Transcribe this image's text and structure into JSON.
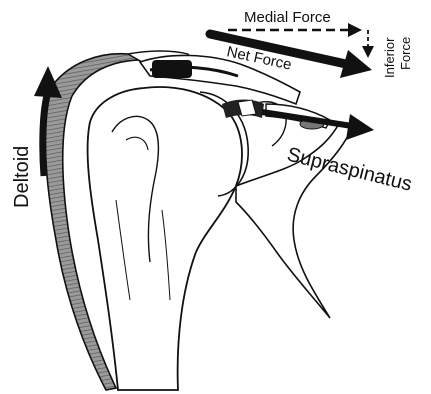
{
  "labels": {
    "medial_force": "Medial Force",
    "net_force": "Net Force",
    "inferior_force_line1": "Inferior",
    "inferior_force_line2": "Force",
    "supraspinatus": "Supraspinatus",
    "deltoid": "Deltoid"
  },
  "colors": {
    "ink": "#111111",
    "deltoid_muscle": "#8a8a8a",
    "bone_fill": "#ffffff",
    "shadow": "#2a2a2a"
  }
}
